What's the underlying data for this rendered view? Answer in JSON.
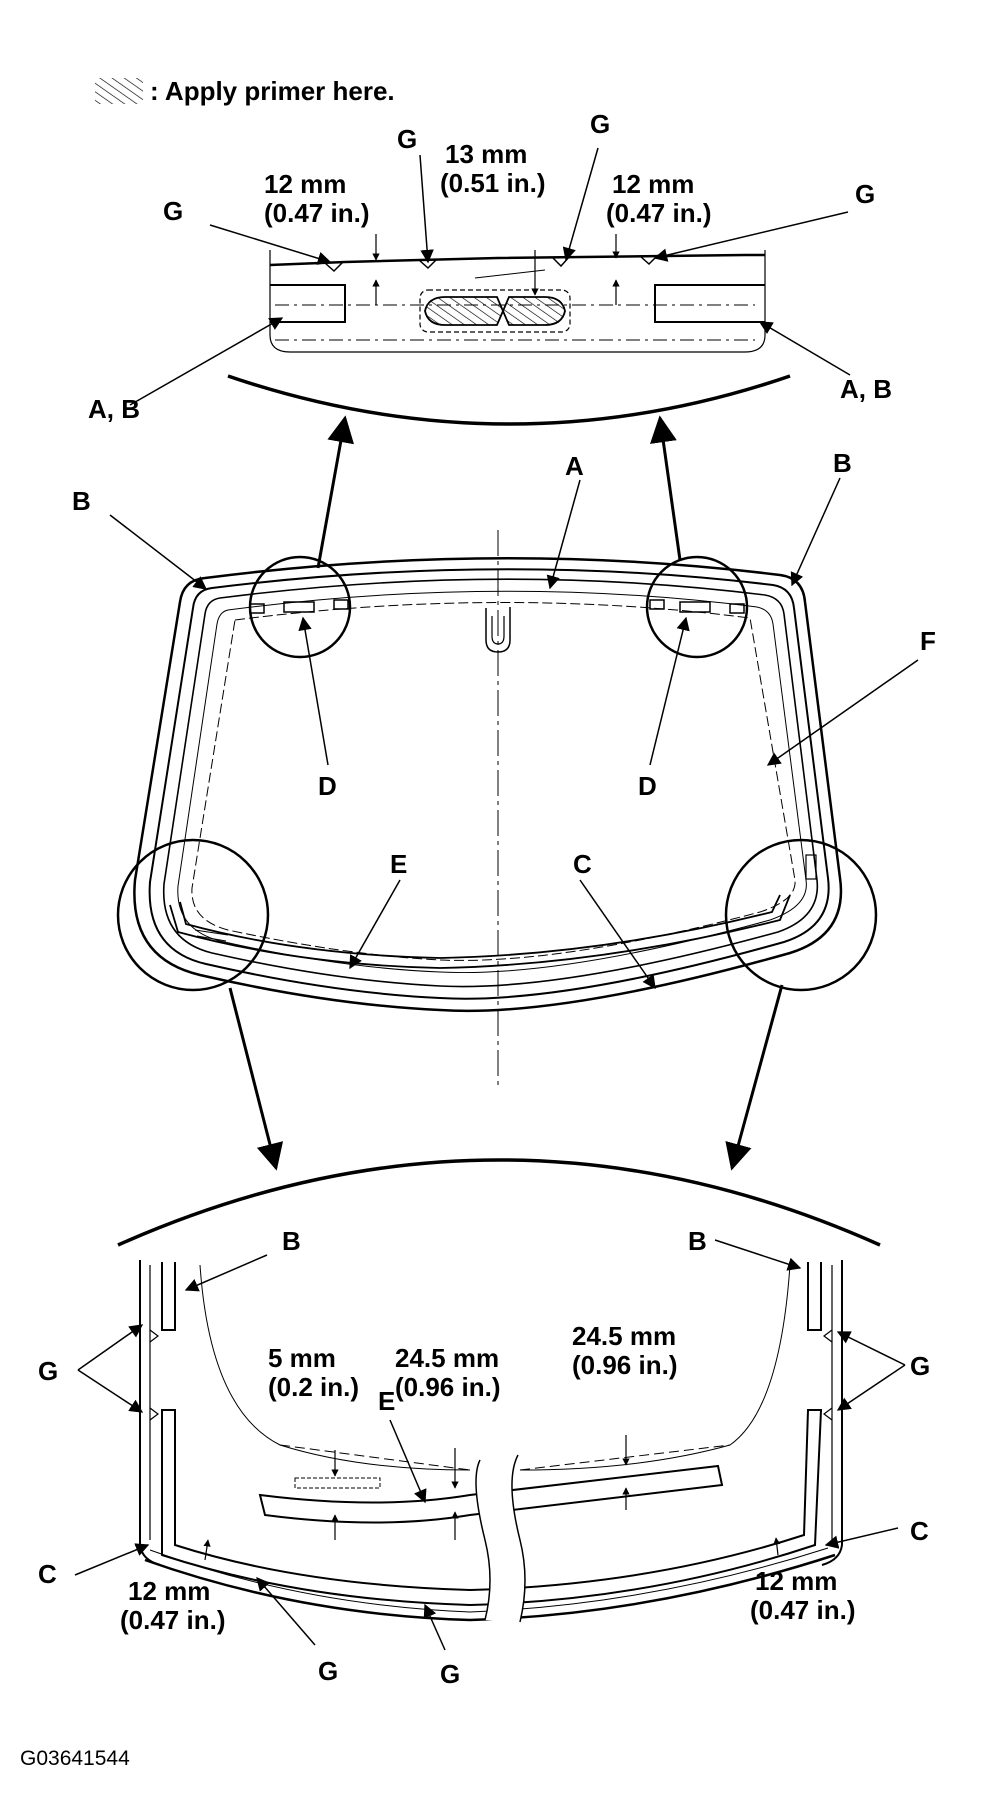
{
  "legend": {
    "text": ": Apply primer here.",
    "symbol": "hatch-icon"
  },
  "top_detail": {
    "g_labels": [
      "G",
      "G",
      "G",
      "G"
    ],
    "ab_left": "A, B",
    "ab_right": "A, B",
    "dim_left": {
      "mm": "12 mm",
      "in": "(0.47 in.)"
    },
    "dim_center": {
      "mm": "13 mm",
      "in": "(0.51 in.)"
    },
    "dim_right": {
      "mm": "12 mm",
      "in": "(0.47 in.)"
    }
  },
  "windshield": {
    "labels": {
      "a": "A",
      "b_left": "B",
      "b_right": "B",
      "d_left": "D",
      "d_right": "D",
      "e": "E",
      "c": "C",
      "f": "F"
    }
  },
  "bottom_detail": {
    "b_left": "B",
    "b_right": "B",
    "e": "E",
    "g_left": "G",
    "g_right": "G",
    "g_bottom_left": "G",
    "g_bottom_center": "G",
    "c_left": "C",
    "c_right": "C",
    "dim_5": {
      "mm": "5 mm",
      "in": "(0.2 in.)"
    },
    "dim_245_left": {
      "mm": "24.5 mm",
      "in": "(0.96 in.)"
    },
    "dim_245_right": {
      "mm": "24.5 mm",
      "in": "(0.96 in.)"
    },
    "dim_12_left": {
      "mm": "12 mm",
      "in": "(0.47 in.)"
    },
    "dim_12_right": {
      "mm": "12 mm",
      "in": "(0.47 in.)"
    }
  },
  "figure_code": "G03641544"
}
